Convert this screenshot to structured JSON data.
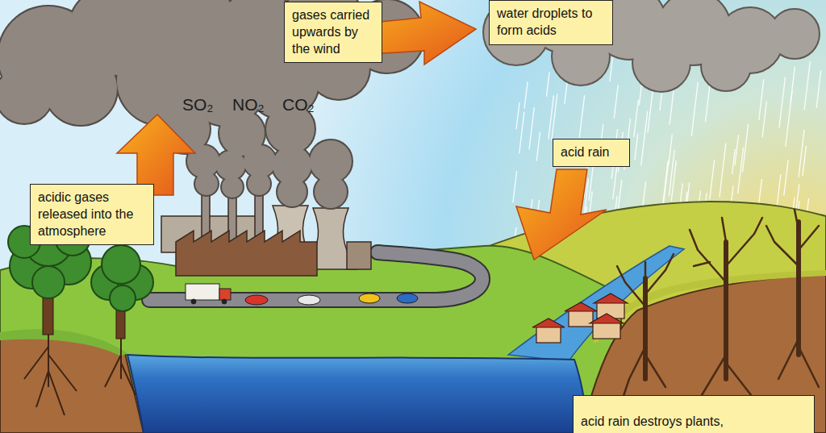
{
  "diagram": {
    "nodes": [
      {
        "text": [
          "gases carried upwards by the wind"
        ]
      },
      {
        "text": [
          "water droplets to form acids"
        ]
      },
      {
        "text": [
          "acid rain"
        ]
      },
      {
        "text": [
          "acidic gases released into the atmosphere"
        ]
      },
      {
        "text": [
          "acid rain destroys plants,"
        ]
      }
    ],
    "labels": [
      "SO₂",
      "NO₂",
      "CO₂"
    ]
  }
}
